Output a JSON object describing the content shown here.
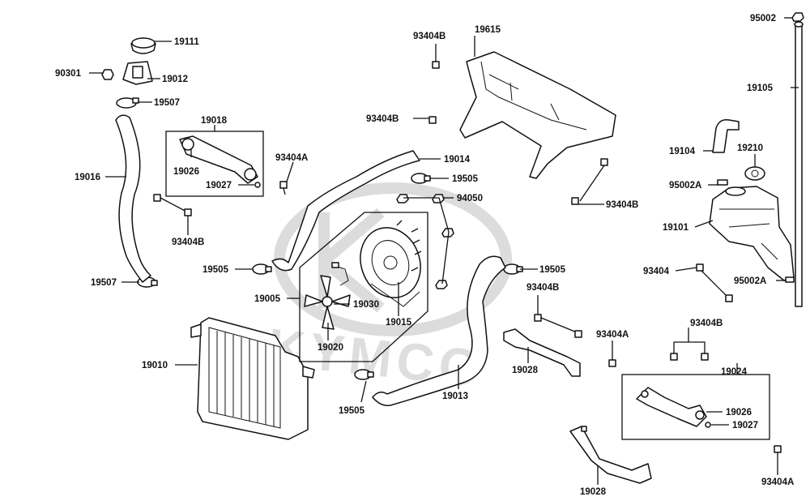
{
  "watermark": {
    "text": "KYMCO"
  },
  "labels": [
    {
      "id": "l-19111",
      "text": "19111"
    },
    {
      "id": "l-90301",
      "text": "90301"
    },
    {
      "id": "l-19012",
      "text": "19012"
    },
    {
      "id": "l-19507a",
      "text": "19507"
    },
    {
      "id": "l-19016",
      "text": "19016"
    },
    {
      "id": "l-19507b",
      "text": "19507"
    },
    {
      "id": "l-19018",
      "text": "19018"
    },
    {
      "id": "l-19026a",
      "text": "19026"
    },
    {
      "id": "l-19027a",
      "text": "19027"
    },
    {
      "id": "l-93404Ba",
      "text": "93404B"
    },
    {
      "id": "l-93404Aa",
      "text": "93404A"
    },
    {
      "id": "l-19505a",
      "text": "19505"
    },
    {
      "id": "l-19005",
      "text": "19005"
    },
    {
      "id": "l-19010",
      "text": "19010"
    },
    {
      "id": "l-19030",
      "text": "19030"
    },
    {
      "id": "l-19020",
      "text": "19020"
    },
    {
      "id": "l-19015",
      "text": "19015"
    },
    {
      "id": "l-94050",
      "text": "94050"
    },
    {
      "id": "l-19505b",
      "text": "19505"
    },
    {
      "id": "l-19014",
      "text": "19014"
    },
    {
      "id": "l-93404Bb",
      "text": "93404B"
    },
    {
      "id": "l-93404Bc",
      "text": "93404B"
    },
    {
      "id": "l-19615",
      "text": "19615"
    },
    {
      "id": "l-19505c",
      "text": "19505"
    },
    {
      "id": "l-19013",
      "text": "19013"
    },
    {
      "id": "l-19505d",
      "text": "19505"
    },
    {
      "id": "l-93404Bd",
      "text": "93404B"
    },
    {
      "id": "l-19028a",
      "text": "19028"
    },
    {
      "id": "l-93404Ab",
      "text": "93404A"
    },
    {
      "id": "l-93404Be",
      "text": "93404B"
    },
    {
      "id": "l-19024",
      "text": "19024"
    },
    {
      "id": "l-19026b",
      "text": "19026"
    },
    {
      "id": "l-19027b",
      "text": "19027"
    },
    {
      "id": "l-19028b",
      "text": "19028"
    },
    {
      "id": "l-93404Ac",
      "text": "93404A"
    },
    {
      "id": "l-93404Bf",
      "text": "93404B"
    },
    {
      "id": "l-95002",
      "text": "95002"
    },
    {
      "id": "l-19105",
      "text": "19105"
    },
    {
      "id": "l-19104",
      "text": "19104"
    },
    {
      "id": "l-19210",
      "text": "19210"
    },
    {
      "id": "l-95002Aa",
      "text": "95002A"
    },
    {
      "id": "l-19101",
      "text": "19101"
    },
    {
      "id": "l-93404",
      "text": "93404"
    },
    {
      "id": "l-95002Ab",
      "text": "95002A"
    }
  ]
}
